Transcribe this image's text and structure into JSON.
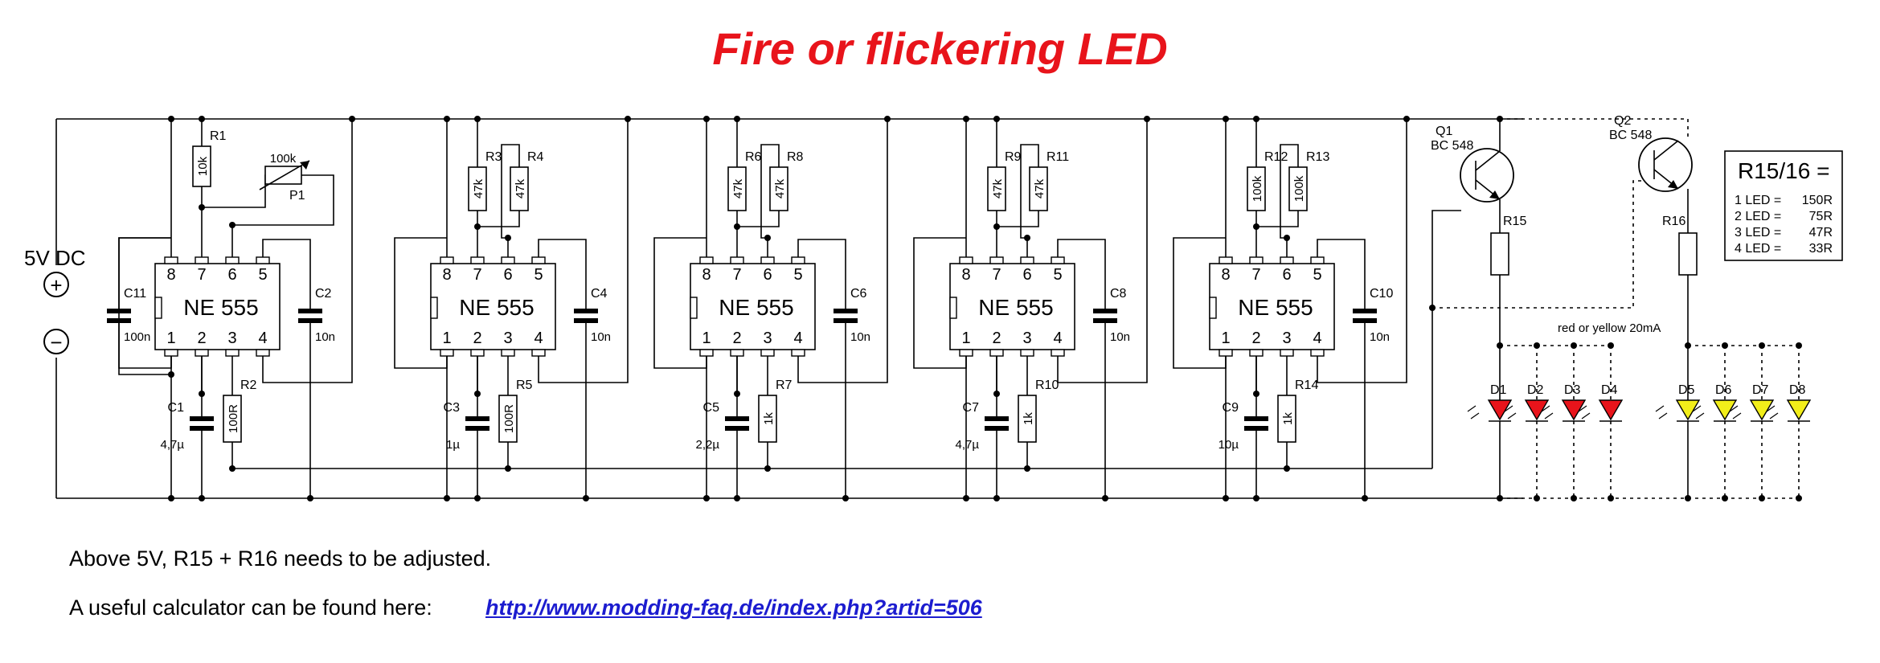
{
  "title": "Fire or flickering LED",
  "supply": {
    "label": "5V DC",
    "plus": "+",
    "minus": "−"
  },
  "ic_label": "NE 555",
  "pins_top": [
    "8",
    "7",
    "6",
    "5"
  ],
  "pins_bottom": [
    "1",
    "2",
    "3",
    "4"
  ],
  "stages": [
    {
      "c_supply": "C11",
      "c_supply_val": "100n",
      "r_a": "R1",
      "r_a_val": "10k",
      "pot": "P1",
      "pot_val": "100k",
      "c_ctrl": "C2",
      "c_ctrl_val": "10n",
      "c_timing": "C1",
      "c_timing_val": "4,7µ",
      "r_out": "R2",
      "r_out_val": "100R"
    },
    {
      "r_a": "R3",
      "r_a_val": "47k",
      "r_b": "R4",
      "r_b_val": "47k",
      "c_ctrl": "C4",
      "c_ctrl_val": "10n",
      "c_timing": "C3",
      "c_timing_val": "1µ",
      "r_out": "R5",
      "r_out_val": "100R"
    },
    {
      "r_a": "R6",
      "r_a_val": "47k",
      "r_b": "R8",
      "r_b_val": "47k",
      "c_ctrl": "C6",
      "c_ctrl_val": "10n",
      "c_timing": "C5",
      "c_timing_val": "2,2µ",
      "r_out": "R7",
      "r_out_val": "1k"
    },
    {
      "r_a": "R9",
      "r_a_val": "47k",
      "r_b": "R11",
      "r_b_val": "47k",
      "c_ctrl": "C8",
      "c_ctrl_val": "10n",
      "c_timing": "C7",
      "c_timing_val": "4,7µ",
      "r_out": "R10",
      "r_out_val": "1k"
    },
    {
      "r_a": "R12",
      "r_a_val": "100k",
      "r_b": "R13",
      "r_b_val": "100k",
      "c_ctrl": "C10",
      "c_ctrl_val": "10n",
      "c_timing": "C9",
      "c_timing_val": "10µ",
      "r_out": "R14",
      "r_out_val": "1k"
    }
  ],
  "transistors": [
    {
      "name": "Q1",
      "type": "BC 548",
      "resistor": "R15"
    },
    {
      "name": "Q2",
      "type": "BC 548",
      "resistor": "R16"
    }
  ],
  "led_note": "red or yellow 20mA",
  "leds": [
    {
      "name": "D1",
      "color": "#e8141b"
    },
    {
      "name": "D2",
      "color": "#e8141b"
    },
    {
      "name": "D3",
      "color": "#e8141b"
    },
    {
      "name": "D4",
      "color": "#e8141b"
    },
    {
      "name": "D5",
      "color": "#f2ee1a"
    },
    {
      "name": "D6",
      "color": "#f2ee1a"
    },
    {
      "name": "D7",
      "color": "#f2ee1a"
    },
    {
      "name": "D8",
      "color": "#f2ee1a"
    }
  ],
  "table": {
    "title": "R15/16 =",
    "rows": [
      {
        "label": "1 LED =",
        "value": "150R"
      },
      {
        "label": "2 LED =",
        "value": "75R"
      },
      {
        "label": "3 LED =",
        "value": "47R"
      },
      {
        "label": "4 LED =",
        "value": "33R"
      }
    ]
  },
  "notes": {
    "line1": "Above 5V, R15 + R16 needs to be adjusted.",
    "line2": "A useful calculator can be found here:",
    "link": "http://www.modding-faq.de/index.php?artid=506"
  },
  "colors": {
    "title": "#e8141b",
    "link": "#1c1ccf",
    "led_red": "#e8141b",
    "led_yellow": "#f2ee1a"
  }
}
